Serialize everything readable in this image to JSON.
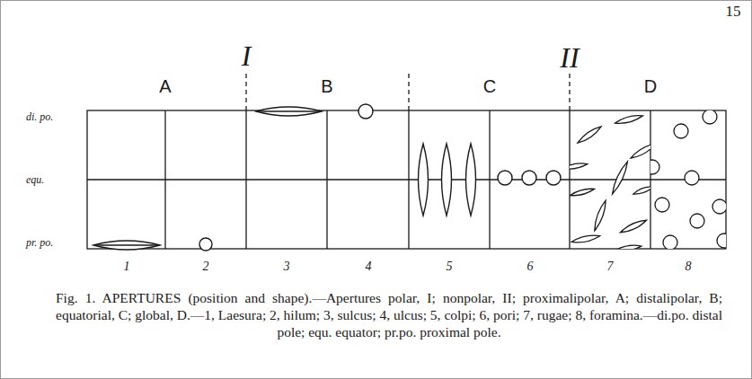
{
  "diagram": {
    "caption": "Fig. 1. APERTURES (position and shape).—Apertures polar, I; nonpolar, II; proximalipolar, A; distalipolar, B; equatorial, C; global, D.—1, Laesura; 2, hilum; 3, sulcus; 4, ulcus; 5, colpi; 6, pori; 7, rugae; 8, foramina.—di.po. distal pole; equ. equator; pr.po. proximal pole.",
    "labels": [
      "15",
      "I",
      "II",
      "A",
      "B",
      "C",
      "D",
      "di. po.",
      "equ.",
      "pr. po.",
      "1",
      "2",
      "3",
      "4",
      "5",
      "6",
      "7",
      "8"
    ]
  }
}
